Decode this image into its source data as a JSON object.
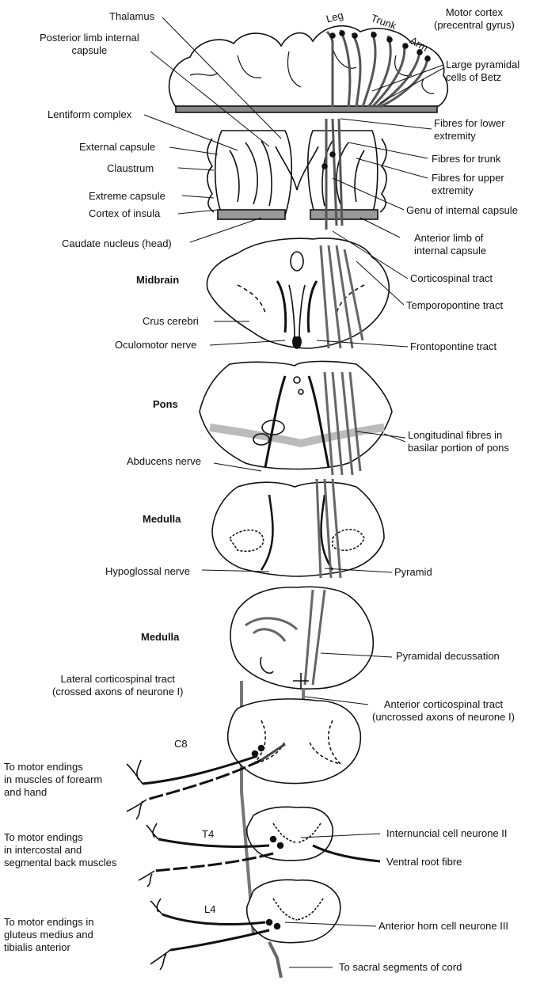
{
  "labels": {
    "thalamus": "Thalamus",
    "posterior_limb": "Posterior limb internal\ncapsule",
    "motor_cortex": "Motor cortex\n(precentral gyrus)",
    "leg": "Leg",
    "trunk": "Trunk",
    "arm": "Arm",
    "betz": "Large pyramidal\ncells of Betz",
    "lentiform": "Lentiform complex",
    "fibres_lower": "Fibres for lower\nextremity",
    "external_capsule": "External capsule",
    "fibres_trunk": "Fibres for trunk",
    "claustrum": "Claustrum",
    "fibres_upper": "Fibres for upper\nextremity",
    "extreme_capsule": "Extreme capsule",
    "genu": "Genu of internal capsule",
    "insula": "Cortex of insula",
    "caudate": "Caudate nucleus (head)",
    "anterior_limb": "Anterior limb of\ninternal capsule",
    "midbrain": "Midbrain",
    "corticospinal": "Corticospinal tract",
    "temporopontine": "Temporopontine tract",
    "crus": "Crus cerebri",
    "oculomotor": "Oculomotor nerve",
    "frontopontine": "Frontopontine tract",
    "pons": "Pons",
    "longitudinal": "Longitudinal fibres in\nbasilar portion of pons",
    "abducens": "Abducens nerve",
    "medulla1": "Medulla",
    "hypoglossal": "Hypoglossal nerve",
    "pyramid": "Pyramid",
    "medulla2": "Medulla",
    "pyramidal_decussation": "Pyramidal decussation",
    "lateral_cst": "Lateral corticospinal tract\n(crossed axons of neurone I)",
    "anterior_cst": "Anterior corticospinal tract\n(uncrossed axons of neurone I)",
    "c8": "C8",
    "forearm": "To motor endings\nin muscles of forearm\nand hand",
    "t4": "T4",
    "intercostal": "To motor endings\nin intercostal and\nsegmental back muscles",
    "internuncial": "Internuncial cell neurone II",
    "ventral_root": "Ventral root fibre",
    "l4": "L4",
    "gluteus": "To motor endings in\ngluteus medius and\ntibialis anterior",
    "anterior_horn": "Anterior horn cell neurone III",
    "sacral": "To sacral segments of cord"
  }
}
